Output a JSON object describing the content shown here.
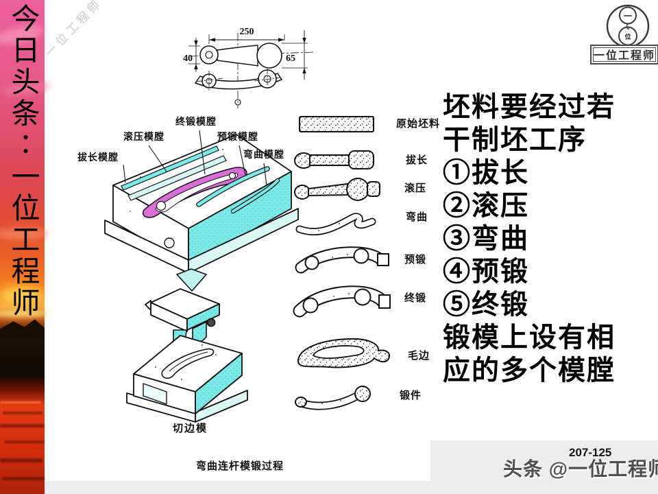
{
  "sidebar": {
    "vertical_text": "今日头条∶一位工程师"
  },
  "watermark": {
    "text": "一位工程师"
  },
  "logo": {
    "top_char": "一",
    "bottom_char": "位",
    "box_label": "一位工程师"
  },
  "drawing_dims": {
    "length": "250",
    "left_width": "40",
    "right_width": "65"
  },
  "die_labels": {
    "draw": "拔长模膛",
    "roll": "滚压模膛",
    "final": "终锻模膛",
    "preforge": "预锻模膛",
    "bend": "弯曲模膛"
  },
  "captions": {
    "trim_die": "切边模",
    "process": "弯曲连杆模锻过程"
  },
  "sequence_labels": [
    "原始坯料",
    "拔长",
    "滚压",
    "弯曲",
    "预锻",
    "终锻",
    "毛边",
    "锻件"
  ],
  "body_lines": [
    "坯料要经过若",
    "干制坯工序",
    "①拔长",
    "②滚压",
    "③弯曲",
    "④预锻",
    "⑤终锻",
    "锻模上设有相",
    "应的多个模膛"
  ],
  "footer": {
    "page_code": "207-125",
    "credit": "头条 @一位工程师"
  },
  "colors": {
    "cavity_cyan": "#7de9e7",
    "cavity_magenta": "#d96fd6",
    "sidebar_pink": "#ec5f9d",
    "sidebar_orange": "#f5831f",
    "sidebar_red": "#d93210",
    "footer_bg": "#ededed"
  }
}
